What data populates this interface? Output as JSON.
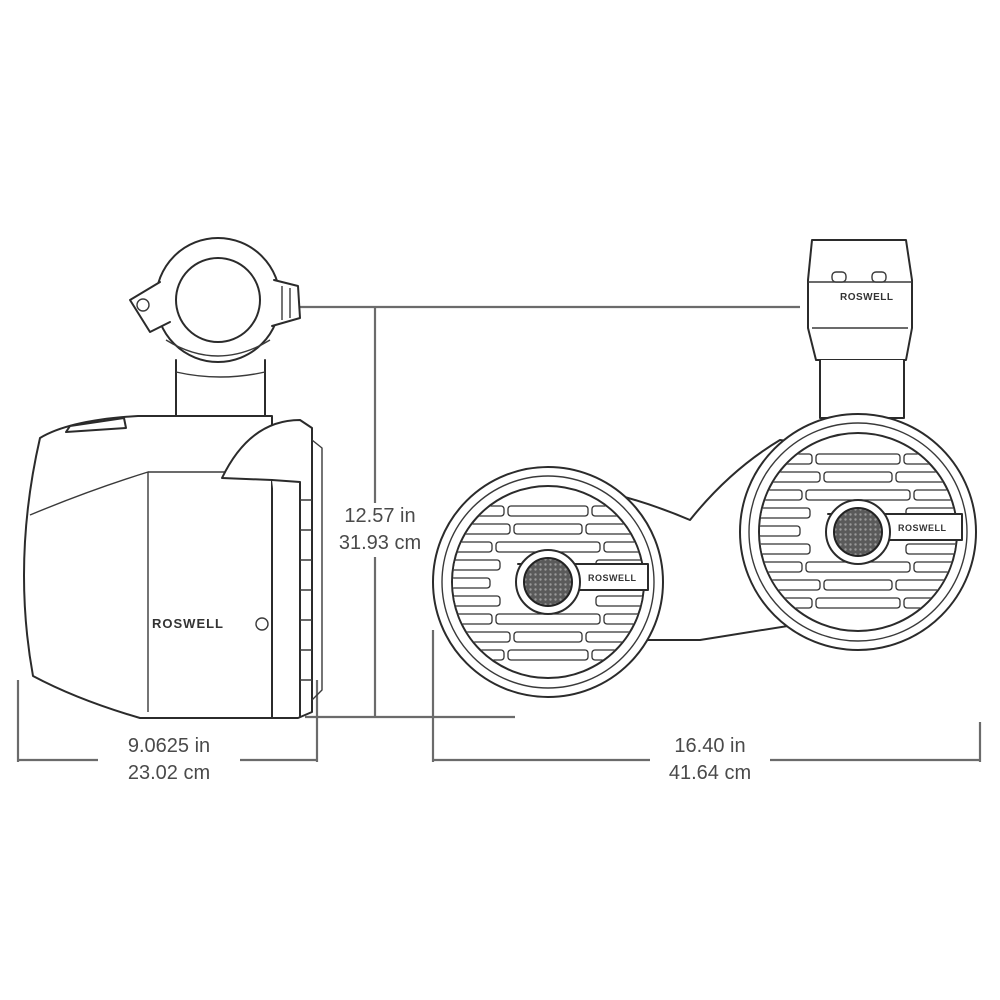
{
  "brand": "ROSWELL",
  "dimensions": {
    "depth": {
      "imperial": "9.0625 in",
      "metric": "23.02 cm"
    },
    "height": {
      "imperial": "12.57 in",
      "metric": "31.93 cm"
    },
    "width": {
      "imperial": "16.40 in",
      "metric": "41.64 cm"
    }
  },
  "colors": {
    "line": "#2b2b2b",
    "dimension": "#6b6b6b",
    "text": "#4a4a4a"
  }
}
